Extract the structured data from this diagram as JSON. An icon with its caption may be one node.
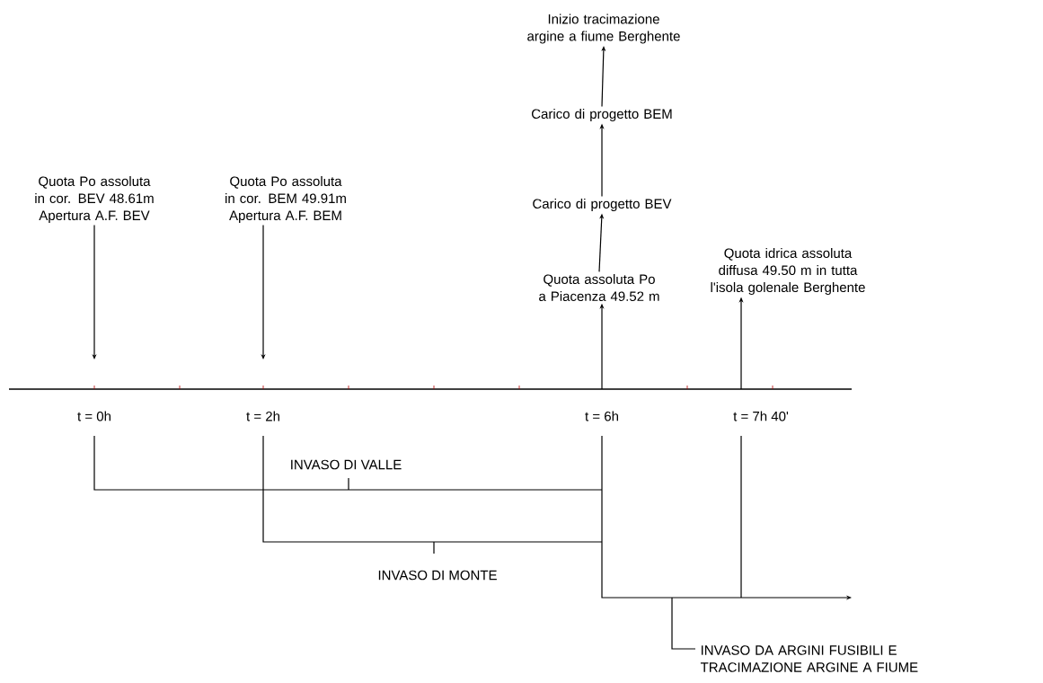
{
  "diagram": {
    "nodes": [
      {
        "text": [
          "Quota Po assoluta in cor. BEV 48.61m Apertura A.F. BEV"
        ]
      },
      {
        "text": [
          "Quota Po assoluta in cor. BEM 49.91m Apertura A.F. BEM"
        ]
      },
      {
        "text": [
          "Inizio tracimazione argine a fiume Berghente"
        ]
      },
      {
        "text": [
          "Carico di progetto BEM"
        ]
      },
      {
        "text": [
          "Carico di progetto BEV"
        ]
      },
      {
        "text": [
          "Quota assoluta Po a Piacenza 49.52 m"
        ]
      },
      {
        "text": [
          "Quota idrica assoluta diffusa 49.50 m in tutta l'isola golenale Berghente"
        ]
      }
    ],
    "edges": [
      {
        "from": 0,
        "to": null,
        "arrow": "to"
      },
      {
        "from": 1,
        "to": null,
        "arrow": "to"
      },
      {
        "from": null,
        "to": 5,
        "arrow": "to"
      },
      {
        "from": null,
        "to": 6,
        "arrow": "to"
      },
      {
        "from": 5,
        "to": 4,
        "arrow": "to"
      },
      {
        "from": 4,
        "to": 3,
        "arrow": "to"
      },
      {
        "from": 3,
        "to": 2,
        "arrow": "to"
      }
    ],
    "labels": [
      "t = 0h",
      "t = 2h",
      "t = 6h",
      "t = 7h 40'",
      "INVASO DI VALLE",
      "INVASO DI MONTE",
      "INVASO DA ARGINI FUSIBILI E TRACIMAZIONE ARGINE A FIUME"
    ]
  }
}
